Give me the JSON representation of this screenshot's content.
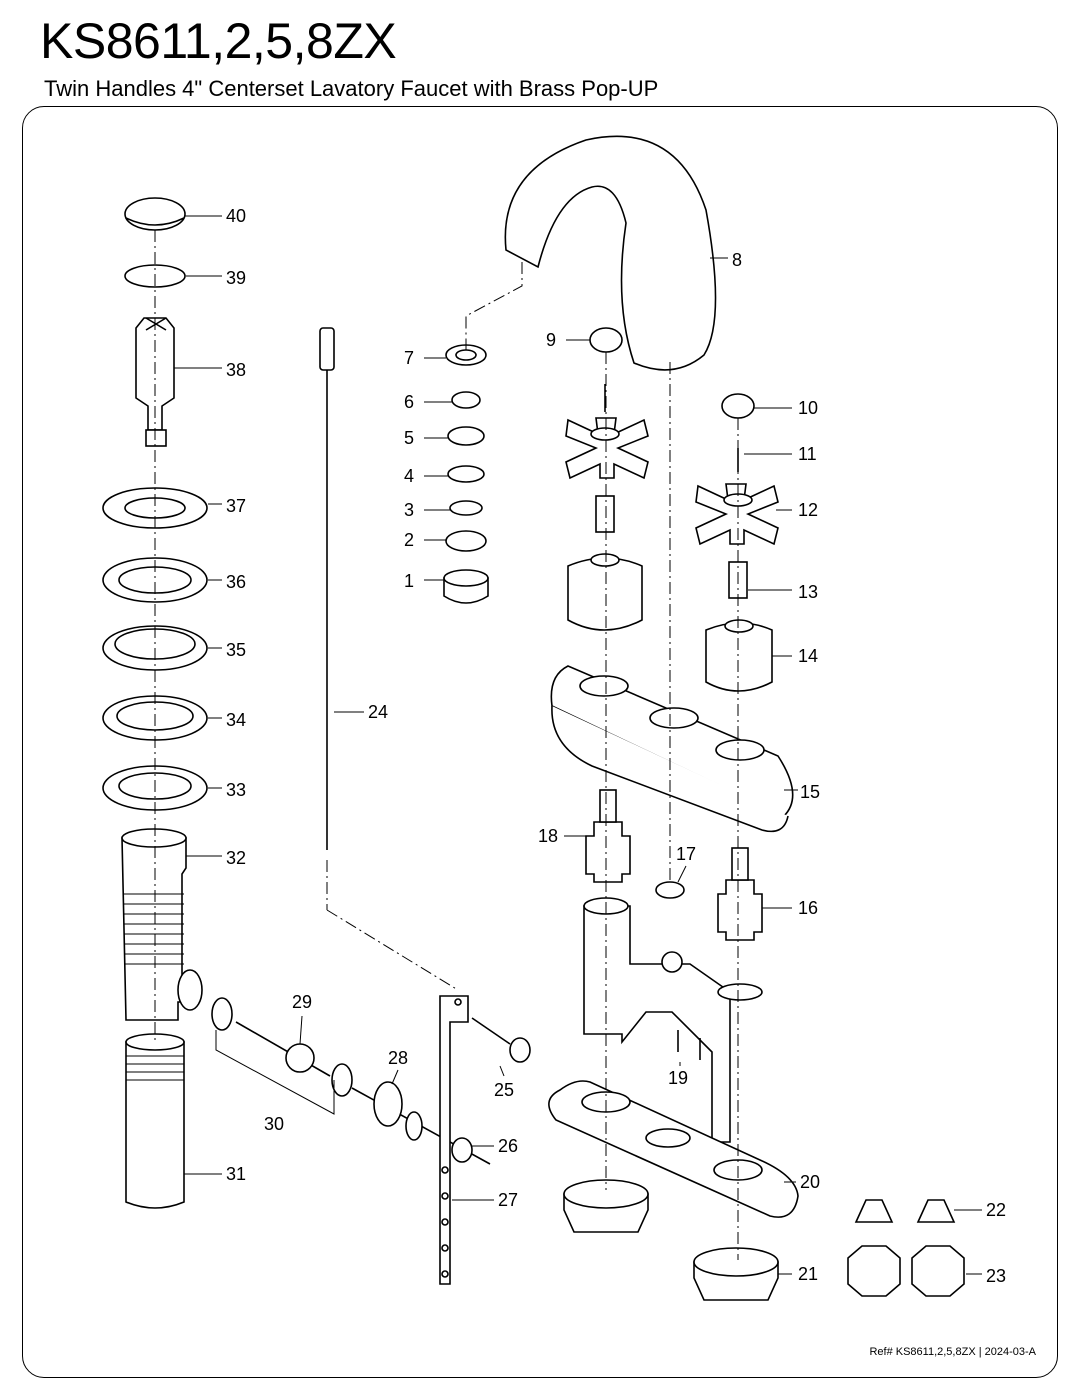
{
  "header": {
    "title": "KS8611,2,5,8ZX",
    "subtitle": "Twin Handles 4\" Centerset Lavatory Faucet with Brass Pop-UP"
  },
  "footer": {
    "ref": "Ref# KS8611,2,5,8ZX | 2024-03-A"
  },
  "parts": [
    "1",
    "2",
    "3",
    "4",
    "5",
    "6",
    "7",
    "8",
    "9",
    "10",
    "11",
    "12",
    "13",
    "14",
    "15",
    "16",
    "17",
    "18",
    "19",
    "20",
    "21",
    "22",
    "23",
    "24",
    "25",
    "26",
    "27",
    "28",
    "29",
    "30",
    "31",
    "32",
    "33",
    "34",
    "35",
    "36",
    "37",
    "38",
    "39",
    "40"
  ]
}
